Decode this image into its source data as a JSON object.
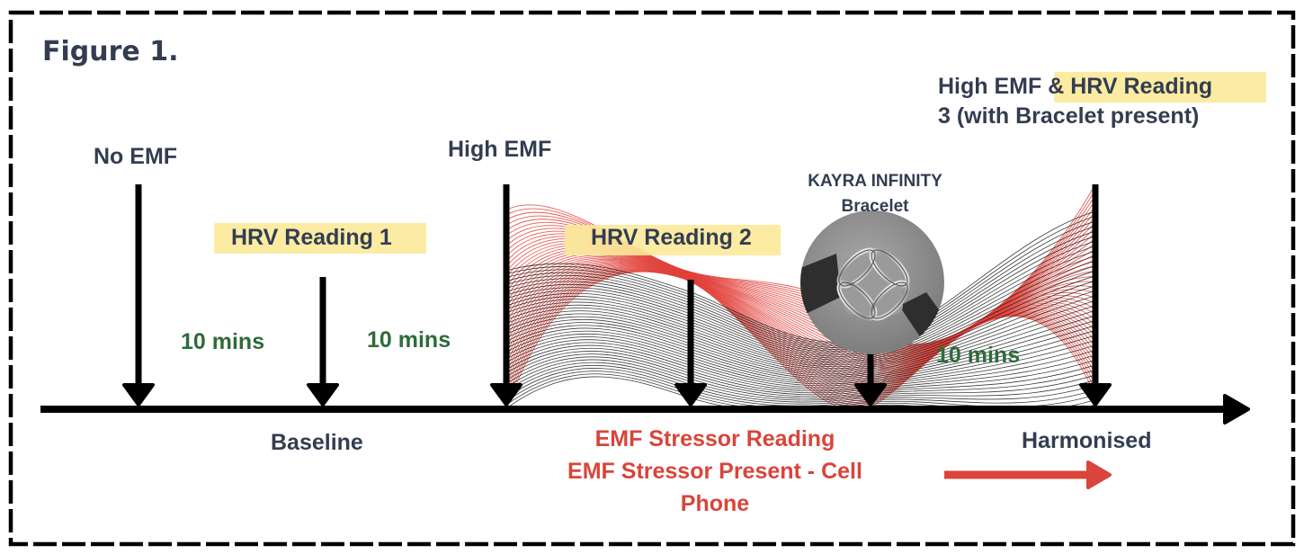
{
  "figure": {
    "title": "Figure 1.",
    "colors": {
      "text": "#333d51",
      "duration": "#2e6b3a",
      "stressor": "#d9443b",
      "highlight": "#fbe999",
      "timeline": "#000000",
      "wave_red": "#e0413a",
      "wave_black": "#1a1a1a"
    }
  },
  "events": [
    {
      "id": "no-emf",
      "label": "No EMF"
    },
    {
      "id": "hrv-1",
      "label": "HRV Reading 1",
      "highlighted": true
    },
    {
      "id": "high-emf",
      "label": "High EMF"
    },
    {
      "id": "hrv-2",
      "label": "HRV Reading 2",
      "highlighted": true
    },
    {
      "id": "bracelet",
      "label_line1": "KAYRA INFINITY",
      "label_line2": "Bracelet"
    },
    {
      "id": "hrv-3",
      "label_line1_plain": "High EMF ",
      "label_line1_highlight": "& HRV Reading",
      "label_line2": "3 (with Bracelet present)"
    }
  ],
  "durations": [
    {
      "label": "10 mins"
    },
    {
      "label": "10 mins"
    },
    {
      "label": "10 mins"
    }
  ],
  "phases": [
    {
      "label": "Baseline"
    },
    {
      "label_line1": "EMF Stressor Reading",
      "label_line2": "EMF Stressor Present - Cell",
      "label_line3": "Phone"
    },
    {
      "label": "Harmonised"
    }
  ],
  "image": {
    "alt": "KAYRA INFINITY bracelet photo"
  }
}
